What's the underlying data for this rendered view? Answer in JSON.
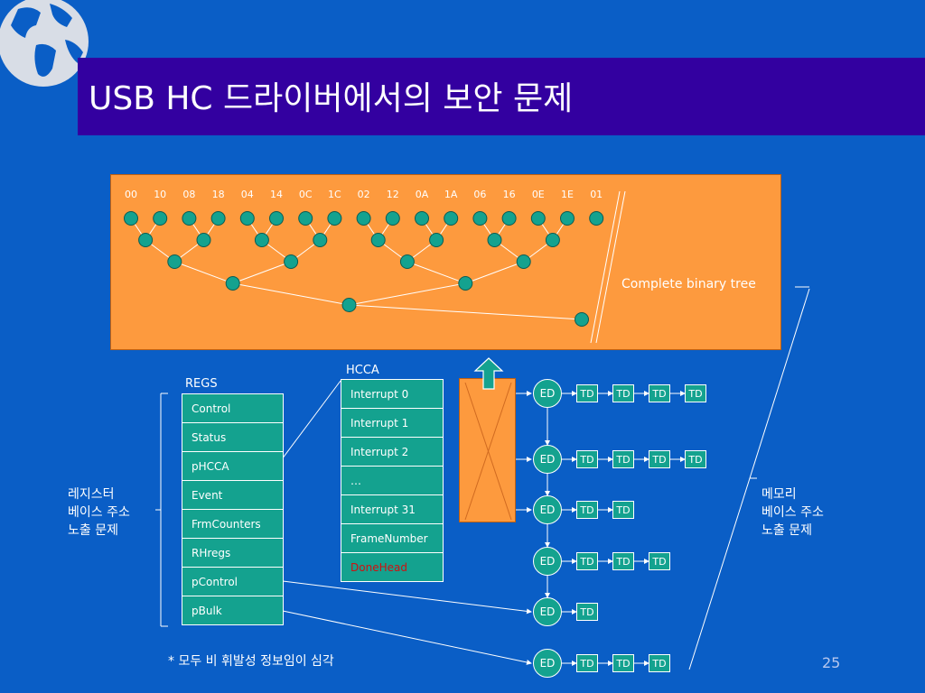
{
  "slide": {
    "title": "USB HC 드라이버에서의 보안 문제",
    "page_number": "25",
    "footnote": "* 모두 비 휘발성 정보임이 심각"
  },
  "tree": {
    "leaf_labels": [
      "00",
      "10",
      "08",
      "18",
      "04",
      "14",
      "0C",
      "1C",
      "02",
      "12",
      "0A",
      "1A",
      "06",
      "16",
      "0E",
      "1E",
      "01"
    ],
    "caption": "Complete binary tree"
  },
  "regs": {
    "label": "REGS",
    "items": [
      "Control",
      "Status",
      "pHCCA",
      "Event",
      "FrmCounters",
      "RHregs",
      "pControl",
      "pBulk"
    ]
  },
  "hcca": {
    "label": "HCCA",
    "items": [
      "Interrupt 0",
      "Interrupt 1",
      "Interrupt 2",
      "…",
      "Interrupt 31",
      "FrameNumber",
      "DoneHead"
    ]
  },
  "lists": {
    "ed_label": "ED",
    "td_label": "TD",
    "td_counts": [
      4,
      4,
      2,
      3,
      1,
      3
    ]
  },
  "notes": {
    "left": "레지스터\n베이스 주소\n노출 문제",
    "right": "메모리\n베이스 주소\n노출 문제"
  },
  "colors": {
    "background": "#0a5ec6",
    "title_bar": "#3300a0",
    "panel_orange": "#fd9a3e",
    "node_teal": "#14a28f",
    "done_head_red": "#d01010"
  }
}
